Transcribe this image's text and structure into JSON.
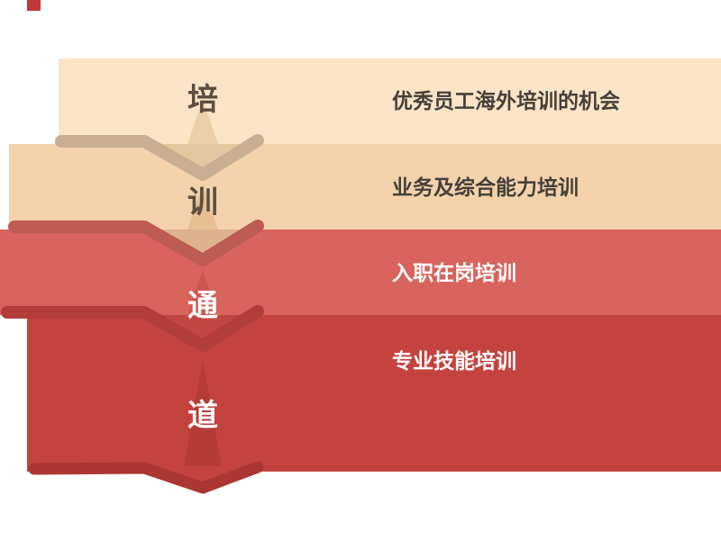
{
  "funnel": {
    "vertical_title_characters": [
      {
        "char": "培"
      },
      {
        "char": "训"
      },
      {
        "char": "通"
      },
      {
        "char": "道"
      }
    ],
    "rows": [
      {
        "label": "优秀员工海外培训的机会",
        "band_color": "#FBE5C6",
        "tip_color": "#E3C7A1",
        "fold_color": "#C9AE92",
        "crease_color": "#EBCEA7",
        "text_color": "#44403A"
      },
      {
        "label": "业务及综合能力培训",
        "band_color": "#F4D2AB",
        "tip_color": "#DDB28C",
        "fold_color": "#BE5B52",
        "crease_color": "#E6BF93",
        "text_color": "#44403A"
      },
      {
        "label": "入职在岗培训",
        "band_color": "#D9645D",
        "tip_color": "#C24742",
        "fold_color": "#B23E3A",
        "crease_color": "#CE564F",
        "text_color": "#FFFFFF"
      },
      {
        "label": "专业技能培训",
        "band_color": "#C4433E",
        "tip_color": "#AD3833",
        "fold_color": "#AC3631",
        "crease_color": "#B63B36",
        "text_color": "#FFFFFF"
      }
    ],
    "accent_color": "#C0393B",
    "background_color": "#FFFFFF"
  }
}
